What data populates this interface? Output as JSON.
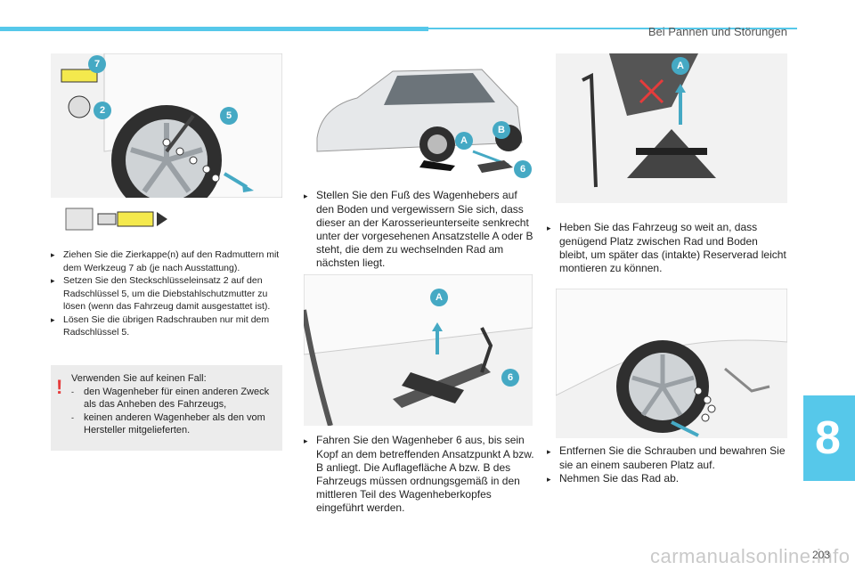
{
  "header": {
    "title": "Bei Pannen und Störungen"
  },
  "side_tab": {
    "number": "8"
  },
  "page_number": "203",
  "watermark": "carmanualsonline.info",
  "colors": {
    "accent": "#56c8ea",
    "badge": "#45a9c4",
    "warning": "#e53c3c"
  },
  "badges": {
    "fig1": [
      "7",
      "2",
      "5"
    ],
    "fig2": [
      "A",
      "B",
      "6"
    ],
    "fig3": [
      "A",
      "6"
    ],
    "fig4": [
      "A"
    ]
  },
  "left_column": {
    "steps": [
      "Ziehen Sie die Zierkappe(n) auf den Radmuttern mit dem Werkzeug 7 ab (je nach Ausstattung).",
      "Setzen Sie den Steckschlüsseleinsatz 2 auf den Radschlüssel 5, um die Diebstahlschutzmutter zu lösen (wenn das Fahrzeug damit ausgestattet ist).",
      "Lösen Sie die übrigen Radschrauben nur mit dem Radschlüssel 5."
    ],
    "warning": {
      "intro": "Verwenden Sie auf keinen Fall:",
      "items": [
        "den Wagenheber für einen anderen Zweck als das Anheben des Fahrzeugs,",
        "keinen anderen Wagenheber als den vom Hersteller mitgelieferten."
      ]
    }
  },
  "middle_column": {
    "step1": "Stellen Sie den Fuß des Wagenhebers auf den Boden und vergewissern Sie sich, dass dieser an der Karosserieunterseite senkrecht unter der vorgesehenen Ansatzstelle A oder B steht, die dem zu wechselnden Rad am nächsten liegt.",
    "step2": "Fahren Sie den Wagenheber 6 aus, bis sein Kopf an dem betreffenden Ansatzpunkt A bzw. B anliegt. Die Auflagefläche A bzw. B des Fahrzeugs müssen ordnungsgemäß in den mittleren Teil des Wagenheberkopfes eingeführt werden."
  },
  "right_column": {
    "step1": "Heben Sie das Fahrzeug so weit an, dass genügend Platz zwischen Rad und Boden bleibt, um später das (intakte) Reserverad leicht montieren zu können.",
    "steps2": [
      "Entfernen Sie die Schrauben und bewahren Sie sie an einem sauberen Platz auf.",
      "Nehmen Sie das Rad ab."
    ]
  }
}
